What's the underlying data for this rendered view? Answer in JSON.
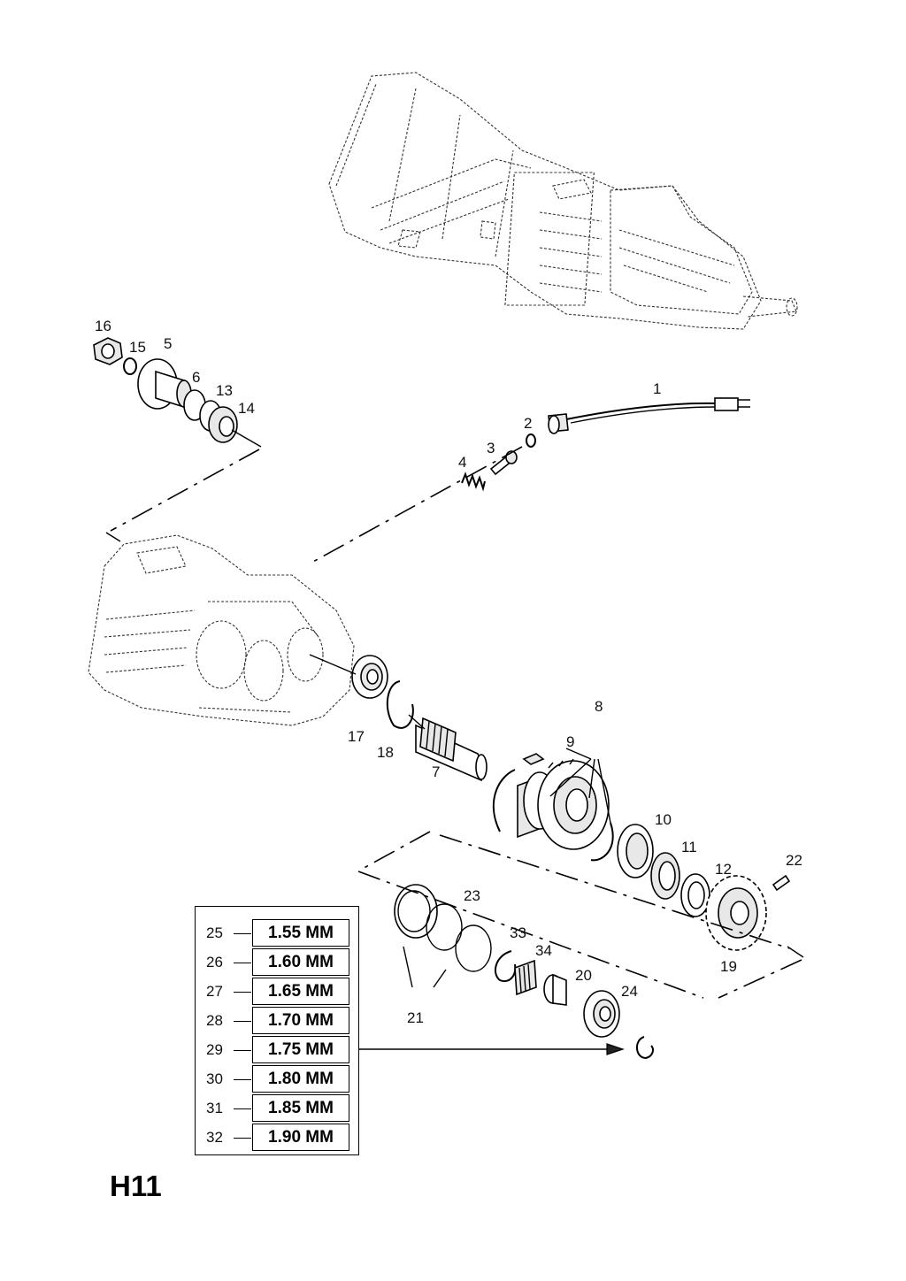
{
  "page_code": "H11",
  "callouts": {
    "c1": "1",
    "c2": "2",
    "c3": "3",
    "c4": "4",
    "c5": "5",
    "c6": "6",
    "c7": "7",
    "c8": "8",
    "c9": "9",
    "c10": "10",
    "c11": "11",
    "c12": "12",
    "c13": "13",
    "c14": "14",
    "c15": "15",
    "c16": "16",
    "c17": "17",
    "c18": "18",
    "c19": "19",
    "c20": "20",
    "c21": "21",
    "c22": "22",
    "c23": "23",
    "c24": "24"
  },
  "shim_table": [
    {
      "num": "25",
      "value": "1.55 MM"
    },
    {
      "num": "26",
      "value": "1.60 MM"
    },
    {
      "num": "27",
      "value": "1.65 MM"
    },
    {
      "num": "28",
      "value": "1.70 MM"
    },
    {
      "num": "29",
      "value": "1.75 MM"
    },
    {
      "num": "30",
      "value": "1.80 MM"
    },
    {
      "num": "31",
      "value": "1.85 MM"
    },
    {
      "num": "32",
      "value": "1.90 MM"
    }
  ]
}
